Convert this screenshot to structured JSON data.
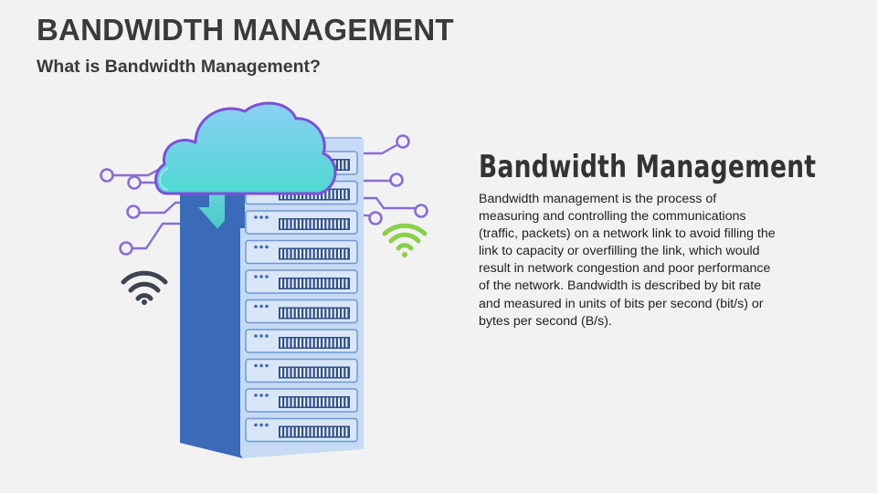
{
  "slide": {
    "title": "BANDWIDTH MANAGEMENT",
    "subtitle": "What is Bandwidth Management?"
  },
  "content": {
    "heading": "Bandwidth Management",
    "body": "Bandwidth management is the process of measuring and controlling the communications (traffic, packets) on a network link to avoid filling the link to capacity or overfilling the link, which would result in network congestion and poor performance of the network. Bandwidth is described by bit rate and measured in units of bits per second (bit/s) or bytes per second (B/s)."
  },
  "illustration": {
    "icons": [
      "server-rack-icon",
      "cloud-icon",
      "upload-arrow-icon",
      "download-arrow-icon",
      "wifi-icon",
      "circuit-node-icon"
    ],
    "colors": {
      "server_side": "#3a6ab8",
      "server_front": "#c4d8f4",
      "slot_bg": "#2f4f86",
      "cloud_top": "#7fd0f3",
      "cloud_bottom": "#4fd6d6",
      "cloud_outline": "#7b4fd8",
      "circuit": "#8a6dd6",
      "wifi_dark": "#3d4450",
      "wifi_green": "#8ad04a"
    }
  }
}
